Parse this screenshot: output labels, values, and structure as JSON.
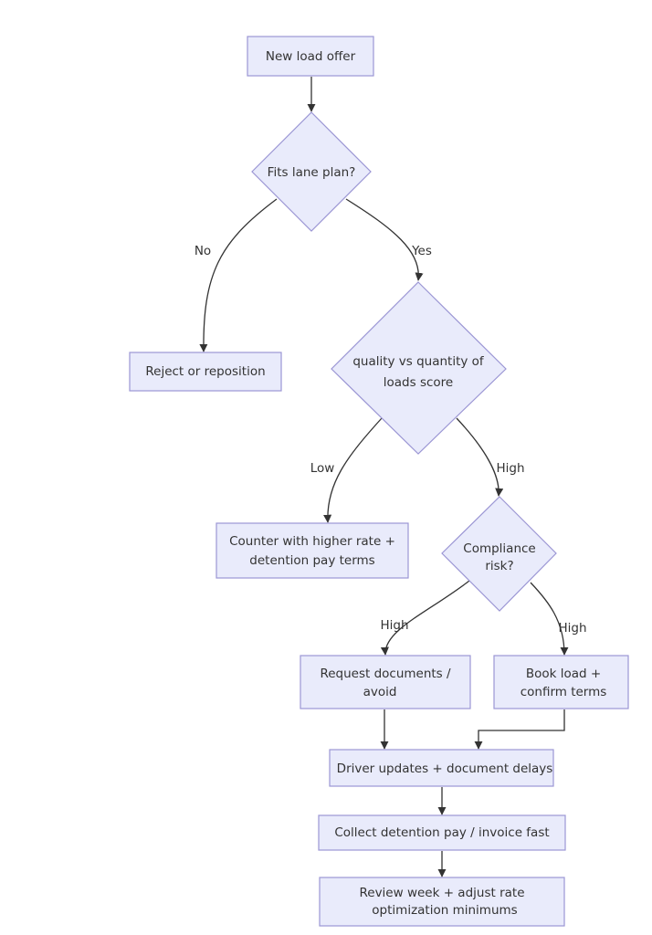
{
  "diagram": {
    "nodes": {
      "new_load_offer": [
        "New load offer"
      ],
      "fits_lane_plan": [
        "Fits lane plan?"
      ],
      "reject_or_reposition": [
        "Reject or reposition"
      ],
      "quality_score": [
        "quality vs quantity of",
        "loads score"
      ],
      "counter_offer": [
        "Counter with higher rate +",
        "detention pay terms"
      ],
      "compliance_risk": [
        "Compliance",
        "risk?"
      ],
      "request_documents": [
        "Request documents /",
        "avoid"
      ],
      "book_load": [
        "Book load +",
        "confirm terms"
      ],
      "driver_updates": [
        "Driver updates + document delays"
      ],
      "collect_pay": [
        "Collect detention pay / invoice fast"
      ],
      "review_week": [
        "Review week + adjust rate",
        "optimization minimums"
      ]
    },
    "edge_labels": {
      "lane_no": "No",
      "lane_yes": "Yes",
      "score_low": "Low",
      "score_high": "High",
      "risk_left": "High",
      "risk_right": "High"
    }
  }
}
